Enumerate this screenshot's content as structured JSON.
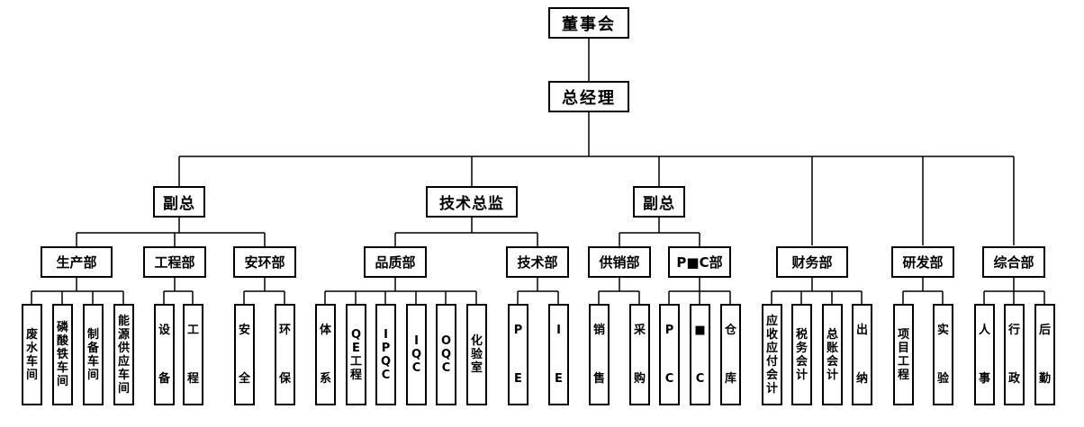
{
  "org": {
    "board": "董事会",
    "gm": "总经理",
    "deputy1": "副总",
    "tech_director": "技术总监",
    "deputy2": "副总",
    "finance": "财务部",
    "rd": "研发部",
    "admin": "综合部",
    "production": "生产部",
    "engineering": "工程部",
    "safety_env": "安环部",
    "quality": "品质部",
    "tech_dept": "技术部",
    "supply": "供销部",
    "pmc": "P■C部"
  },
  "leaves": {
    "waste_water": [
      "废",
      "水",
      "车",
      "间"
    ],
    "iron_phosphate": [
      "磷",
      "酸",
      "铁",
      "车",
      "间"
    ],
    "prep": [
      "制",
      "备",
      "车",
      "间"
    ],
    "energy": [
      "能",
      "源",
      "供",
      "应",
      "车",
      "间"
    ],
    "equipment": [
      "设",
      "备"
    ],
    "engineering_work": [
      "工",
      "程"
    ],
    "safety": [
      "安",
      "全"
    ],
    "env": [
      "环",
      "保"
    ],
    "system": [
      "体",
      "系"
    ],
    "qe": [
      "Q",
      "E",
      "工",
      "程"
    ],
    "ipqc": [
      "I",
      "P",
      "Q",
      "C"
    ],
    "iqc": [
      "I",
      "Q",
      "C"
    ],
    "oqc": [
      "O",
      "Q",
      "C"
    ],
    "lab": [
      "化",
      "验",
      "室"
    ],
    "pe": [
      "P",
      "E"
    ],
    "ie": [
      "I",
      "E"
    ],
    "sales": [
      "销",
      "售"
    ],
    "purchase": [
      "采",
      "购"
    ],
    "pc": [
      "P",
      "C"
    ],
    "mc": [
      "■",
      "C"
    ],
    "warehouse": [
      "仓",
      "库"
    ],
    "ar_ap": [
      "应",
      "收",
      "应",
      "付",
      "会",
      "计"
    ],
    "tax": [
      "税",
      "务",
      "会",
      "计"
    ],
    "general_ledger": [
      "总",
      "账",
      "会",
      "计"
    ],
    "cashier": [
      "出",
      "纳"
    ],
    "project_eng": [
      "项",
      "目",
      "工",
      "程"
    ],
    "experiment": [
      "实",
      "验"
    ],
    "hr": [
      "人",
      "事"
    ],
    "administration": [
      "行",
      "政"
    ],
    "logistics": [
      "后",
      "勤"
    ]
  }
}
